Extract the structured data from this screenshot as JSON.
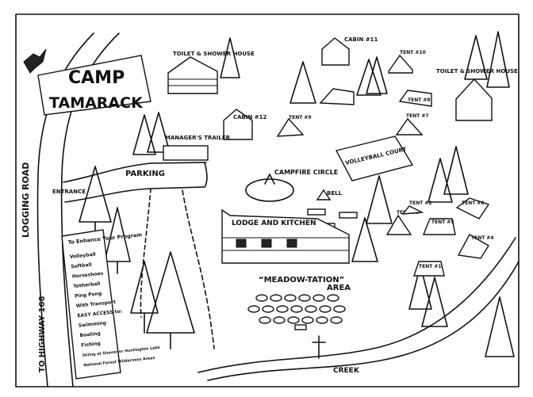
{
  "title_line1": "CAMP",
  "title_line2": "TAMARACK",
  "road_label": "LOGGING ROAD",
  "highway_label": "TO HIGHWAY 168",
  "entrance_label": "ENTRANCE",
  "parking_label": "PARKING",
  "campfire_label": "CAMPFIRE CIRCLE",
  "bell_label": "BELL",
  "volleyball_label": "VOLLEYBALL COURT",
  "lodge_label": "LODGE AND KITCHEN",
  "meadow_label_line1": "“MEADOW-TATION”",
  "meadow_label_line2": "AREA",
  "creek_label": "CREEK",
  "managers_trailer_label": "MANAGER'S TRAILER",
  "toilet_shower_left": "TOILET & SHOWER HOUSE",
  "toilet_shower_right": "TOILET & SHOWER HOUSE",
  "cabin_label": "CABIN #11",
  "cabins": [
    {
      "label": "CABIN #12"
    },
    {
      "label": "TENT #10"
    },
    {
      "label": "TENT #9"
    },
    {
      "label": "TENT #8"
    },
    {
      "label": "TENT #7"
    },
    {
      "label": "TENT #6"
    },
    {
      "label": "TENT #5"
    },
    {
      "label": "TENT #4"
    },
    {
      "label": "TENT #3"
    },
    {
      "label": "TENT #2"
    },
    {
      "label": "TENT #1"
    }
  ],
  "program_sign": {
    "heading": "To Enhance Your Program",
    "items": [
      "Volleyball",
      "Softball",
      "Horseshoes",
      "Tetherball",
      "Ping Pong",
      "With Transport",
      "EASY ACCESS to:",
      "Swimming",
      "Boating",
      "Fishing",
      "Skiing at Shaver or Huntington Lake",
      "National Forest Wilderness Areas"
    ]
  }
}
